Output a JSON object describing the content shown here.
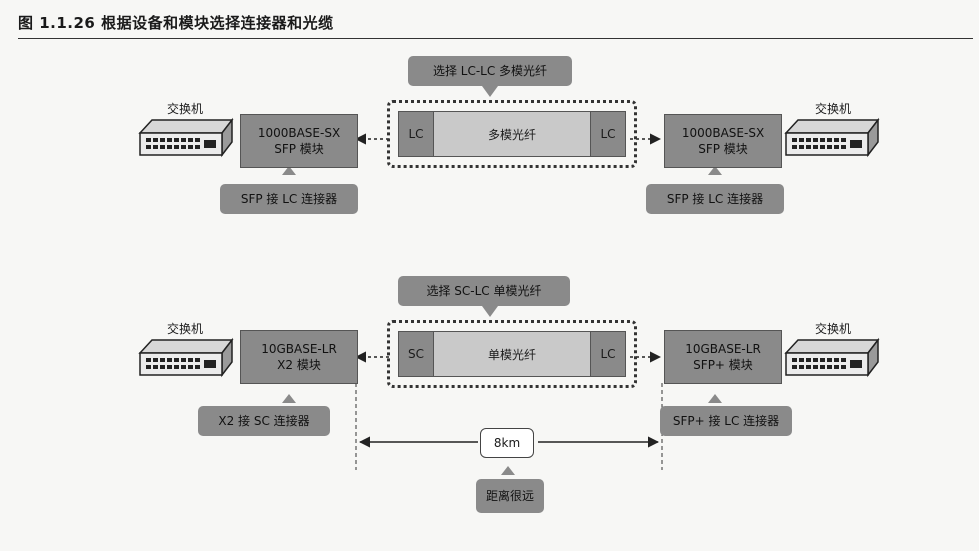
{
  "caption": "图 1.1.26   根据设备和模块选择连接器和光缆",
  "row1": {
    "callout_top": "选择 LC-LC 多模光纤",
    "left_switch_label": "交换机",
    "right_switch_label": "交换机",
    "left_module": {
      "line1": "1000BASE-SX",
      "line2": "SFP 模块"
    },
    "right_module": {
      "line1": "1000BASE-SX",
      "line2": "SFP 模块"
    },
    "left_connector": "LC",
    "right_connector": "LC",
    "fiber_label": "多模光纤",
    "left_callout": "SFP 接 LC 连接器",
    "right_callout": "SFP 接 LC 连接器"
  },
  "row2": {
    "callout_top": "选择 SC-LC 单模光纤",
    "left_switch_label": "交换机",
    "right_switch_label": "交换机",
    "left_module": {
      "line1": "10GBASE-LR",
      "line2": "X2 模块"
    },
    "right_module": {
      "line1": "10GBASE-LR",
      "line2": "SFP+ 模块"
    },
    "left_connector": "SC",
    "right_connector": "LC",
    "fiber_label": "单模光纤",
    "left_callout": "X2 接 SC 连接器",
    "right_callout": "SFP+ 接 LC 连接器",
    "distance": "8km",
    "distance_callout": "距离很远"
  }
}
